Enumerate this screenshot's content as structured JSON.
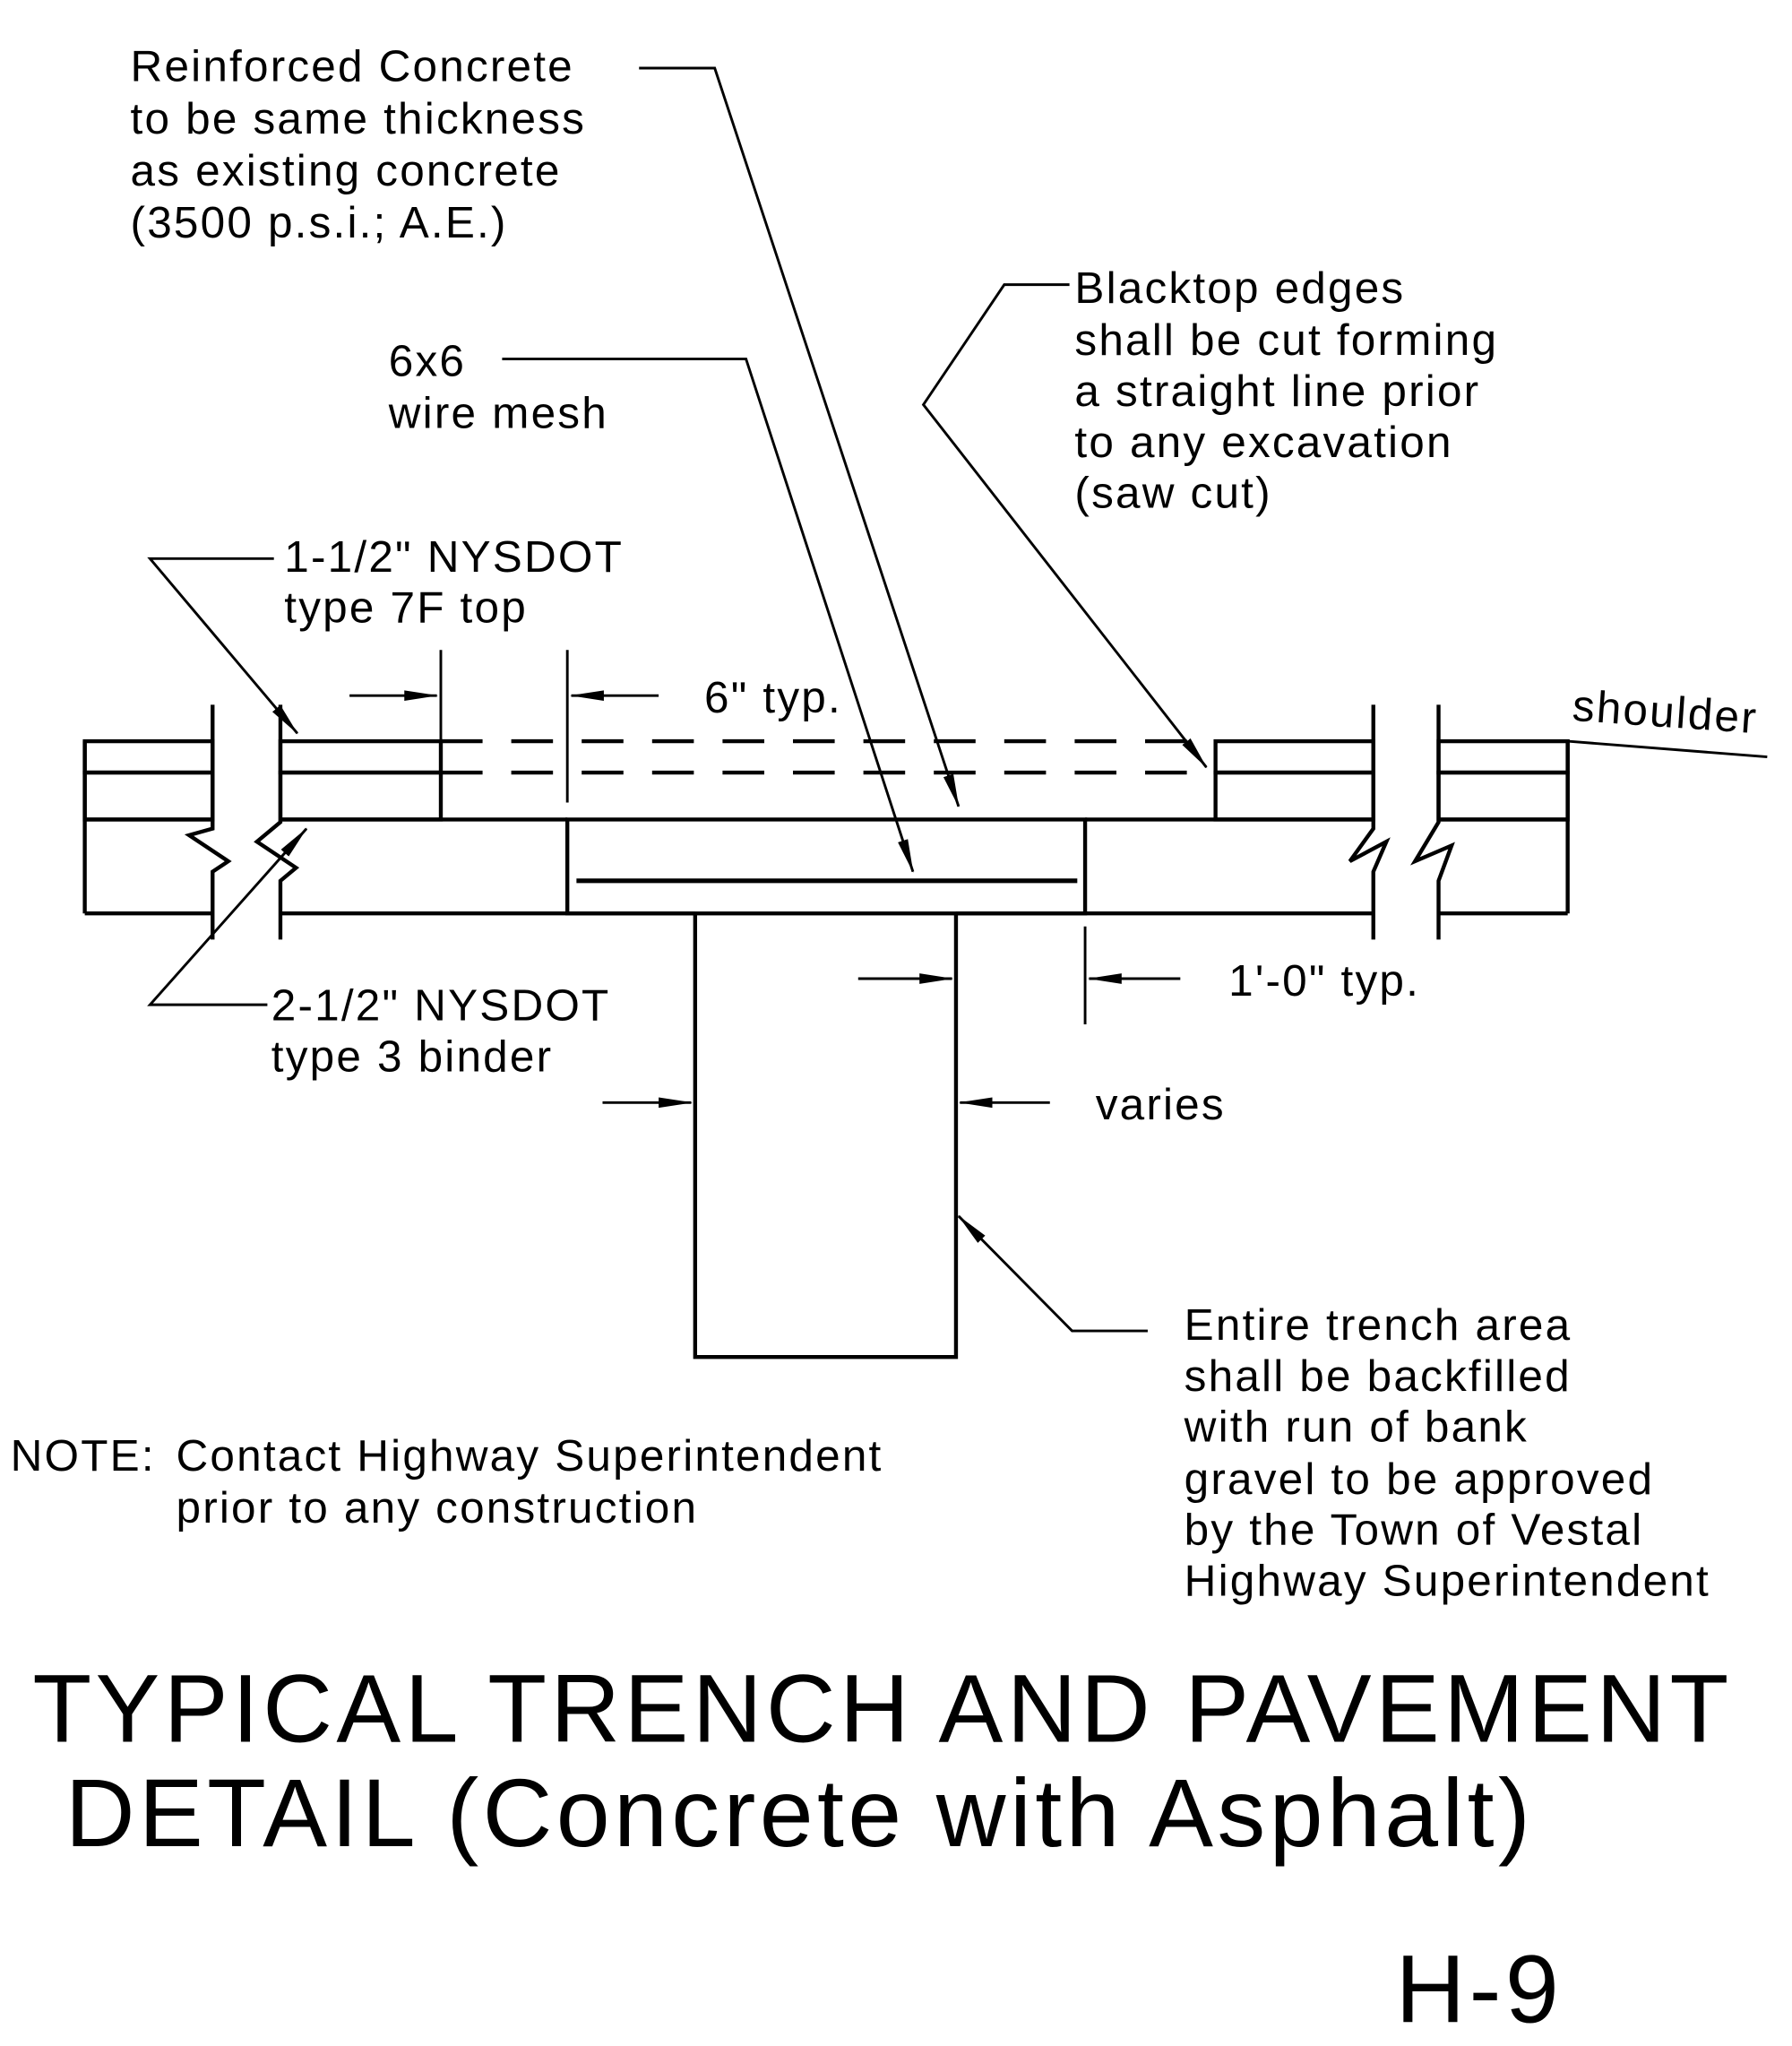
{
  "labels": {
    "reinforced_concrete": [
      "Reinforced Concrete",
      "to be same thickness",
      "as existing concrete",
      "(3500 p.s.i.; A.E.)"
    ],
    "wire_mesh": [
      "6x6",
      "wire mesh"
    ],
    "blacktop_edges": [
      "Blacktop edges",
      "shall be cut forming",
      "a straight line prior",
      "to any excavation",
      "(saw cut)"
    ],
    "top_course": [
      "1-1/2\" NYSDOT",
      "type 7F top"
    ],
    "binder_course": [
      "2-1/2\" NYSDOT",
      "type 3 binder"
    ],
    "dim_6_typ": "6\" typ.",
    "dim_1_0_typ": "1'-0\" typ.",
    "varies": "varies",
    "shoulder": "shoulder",
    "backfill": [
      "Entire trench area",
      "shall be backfilled",
      "with run of bank",
      "gravel to be approved",
      "by the Town of Vestal",
      "Highway Superintendent"
    ],
    "note_prefix": "NOTE:",
    "note": [
      "Contact Highway Superintendent",
      "prior to any construction"
    ]
  },
  "title": [
    "TYPICAL TRENCH AND PAVEMENT",
    "DETAIL (Concrete with Asphalt)"
  ],
  "sheet_number": "H-9"
}
